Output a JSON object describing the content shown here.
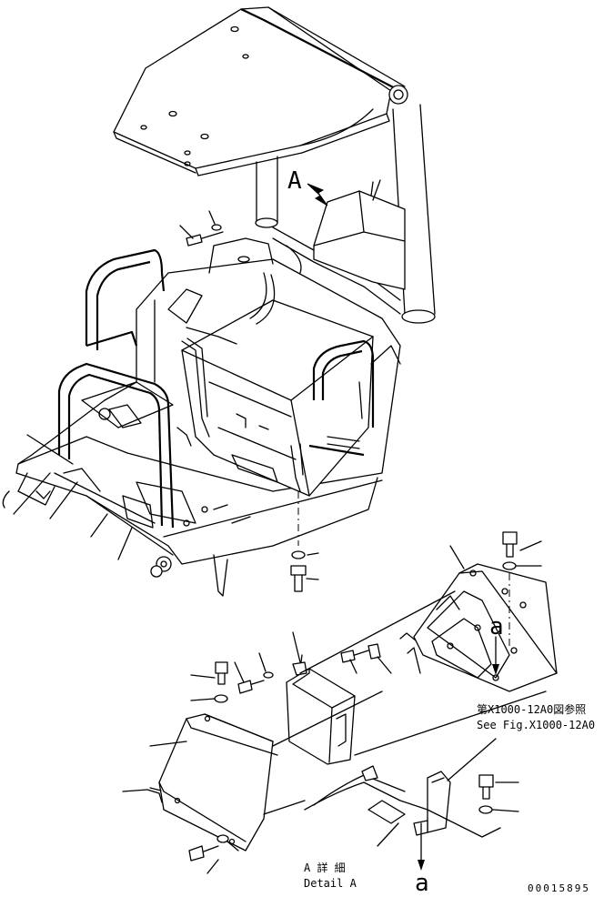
{
  "callouts": {
    "view_A": "A",
    "ref_a_top": "a",
    "ref_a_bottom": "a"
  },
  "reference_note": {
    "jp": "第X1000-12A0図参照",
    "en": "See Fig.X1000-12A0"
  },
  "detail_title": {
    "jp": "A 詳 細",
    "en": "Detail A"
  },
  "drawing_number": "00015895"
}
